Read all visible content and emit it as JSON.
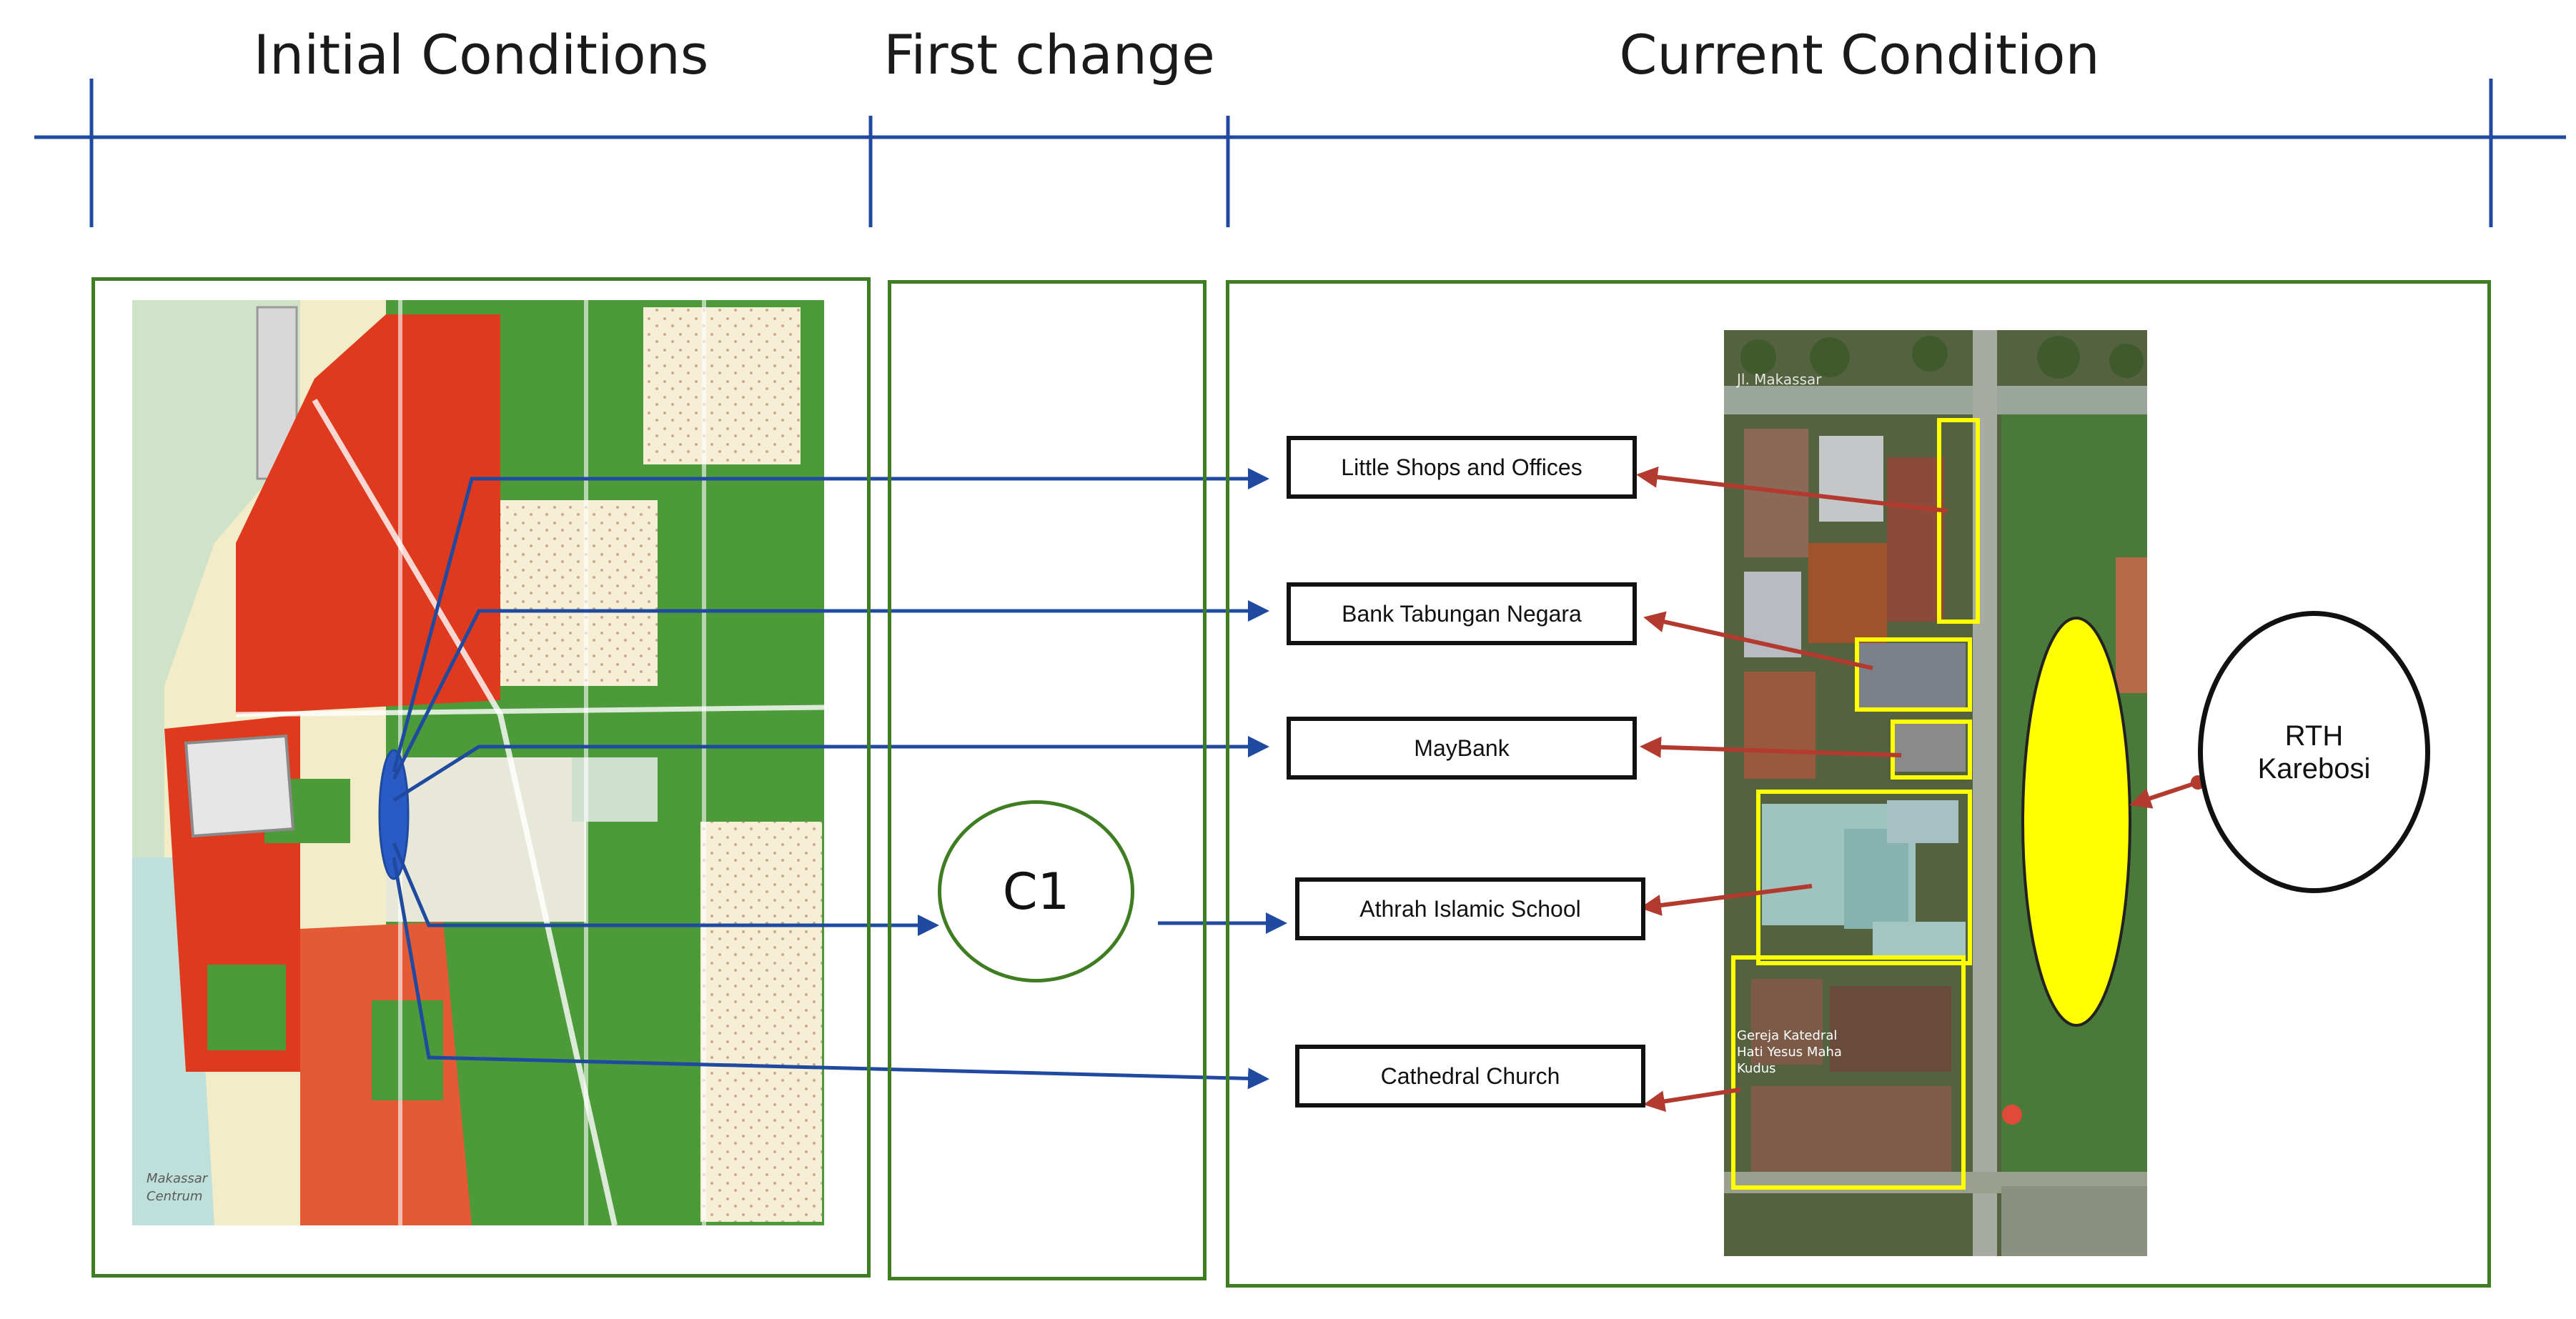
{
  "timeline": {
    "phases": [
      "Initial Conditions",
      "First change",
      "Current Condition"
    ]
  },
  "historic_map": {
    "caption": "Makassar\nCentrum"
  },
  "first_change": {
    "node_label": "C1"
  },
  "current_condition": {
    "labels": [
      "Little Shops and Offices",
      "Bank Tabungan Negara",
      "MayBank",
      "Athrah Islamic School",
      "Cathedral Church"
    ],
    "rth_lines": [
      "RTH",
      "Karebosi"
    ],
    "satellite_street_text": "Jl. Makassar",
    "satellite_church_text": "Gereja Katedral\nHati Yesus Maha\nKudus"
  },
  "colors": {
    "timeline": "#1f4aa0",
    "panel_border": "#3e7d22",
    "arrow_blue": "#1f4aa0",
    "arrow_red": "#b23a2e",
    "highlight_yellow": "#ffff00",
    "karebosi_ellipse": "#ffff00"
  }
}
